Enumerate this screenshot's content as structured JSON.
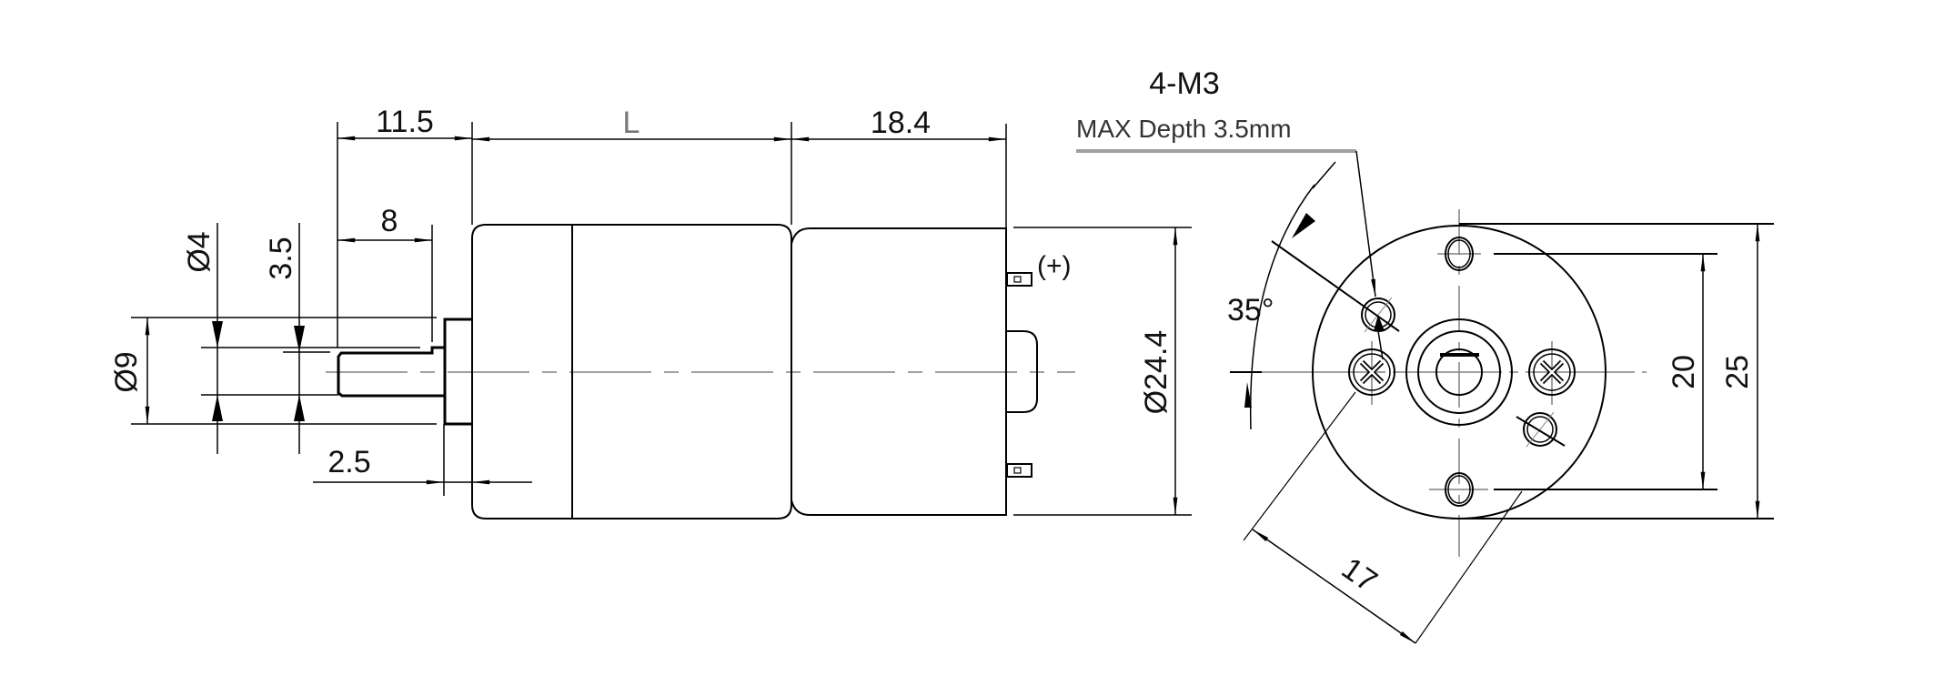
{
  "drawing": {
    "title": "Geared DC motor dimension drawing",
    "units": "mm",
    "side_view": {
      "dimensions": {
        "shaft_extension": "11.5",
        "gearbox_length": "L",
        "motor_length": "18.4",
        "shaft_flat_length": "8",
        "shaft_diameter": "Ø4",
        "flat_height": "3.5",
        "boss_diameter": "Ø9",
        "boss_thickness": "2.5",
        "body_diameter": "Ø24.4"
      },
      "terminal_label": "(+)"
    },
    "front_view": {
      "thread_callout": "4-M3",
      "thread_note": "MAX Depth 3.5mm",
      "dimensions": {
        "angle": "35°",
        "hole_spacing_vertical": "20",
        "outer_diameter": "25",
        "hole_spacing_diagonal": "17"
      }
    },
    "colors": {
      "line": "#000000",
      "centerline": "#808080",
      "leader": "#a0a0a0",
      "background": "#ffffff"
    }
  }
}
